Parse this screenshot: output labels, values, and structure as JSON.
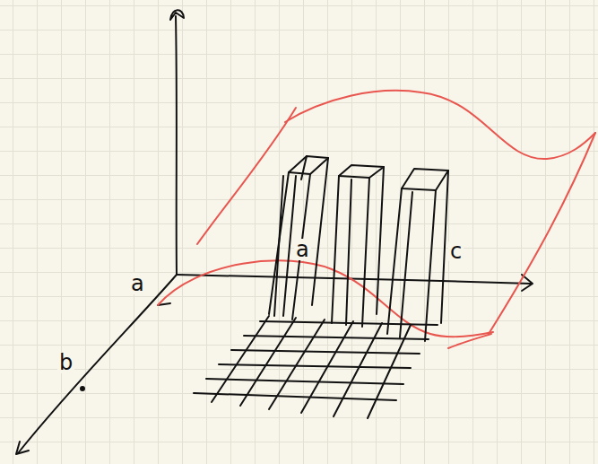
{
  "diagram": {
    "labels": [
      "a",
      "b",
      "a",
      "c"
    ]
  }
}
